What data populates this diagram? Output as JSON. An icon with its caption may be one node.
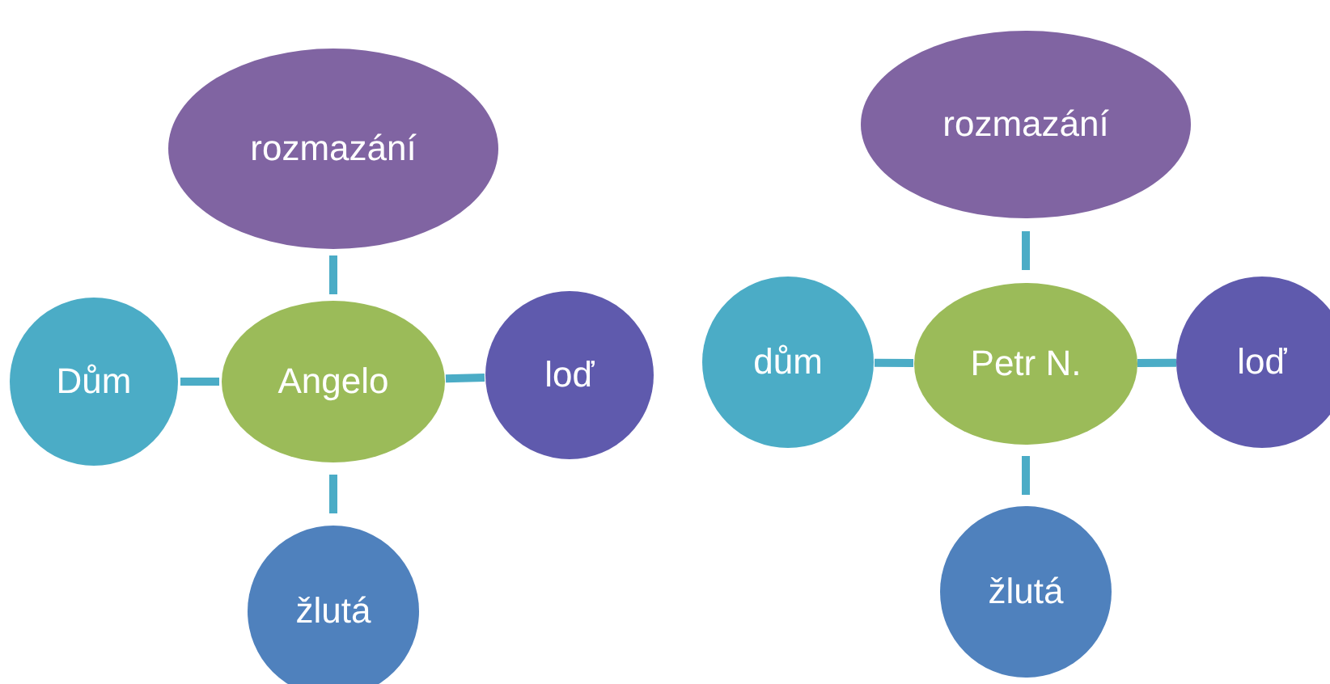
{
  "diagram": {
    "nodes": [
      {
        "text": [
          "rozmazání"
        ]
      },
      {
        "text": [
          "Dům"
        ]
      },
      {
        "text": [
          "Angelo"
        ]
      },
      {
        "text": [
          "loď"
        ]
      },
      {
        "text": [
          "žlutá"
        ]
      },
      {
        "text": [
          "rozmazání"
        ]
      },
      {
        "text": [
          "dům"
        ]
      },
      {
        "text": [
          "Petr N."
        ]
      },
      {
        "text": [
          "loď"
        ]
      },
      {
        "text": [
          "žlutá"
        ]
      }
    ],
    "edges": [
      {
        "from": 2,
        "to": 0,
        "arrow": "none"
      },
      {
        "from": 2,
        "to": 1,
        "arrow": "none"
      },
      {
        "from": 2,
        "to": 3,
        "arrow": "none"
      },
      {
        "from": 2,
        "to": 4,
        "arrow": "none"
      },
      {
        "from": 7,
        "to": 5,
        "arrow": "none"
      },
      {
        "from": 7,
        "to": 6,
        "arrow": "none"
      },
      {
        "from": 7,
        "to": 8,
        "arrow": "none"
      },
      {
        "from": 7,
        "to": 9,
        "arrow": "none"
      }
    ]
  }
}
